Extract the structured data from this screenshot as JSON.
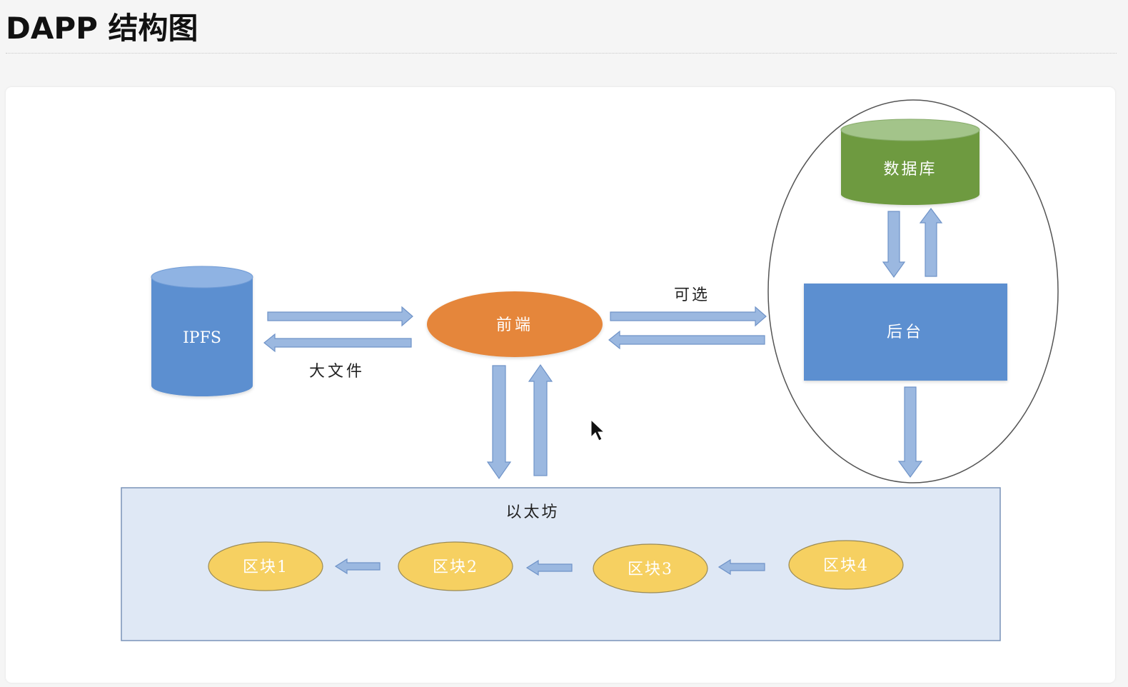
{
  "page": {
    "title": "DAPP 结构图"
  },
  "diagram": {
    "nodes": {
      "ipfs": {
        "label": "IPFS",
        "shape": "cylinder",
        "color": "#5b8fd0"
      },
      "frontend": {
        "label": "前端",
        "shape": "ellipse",
        "color": "#e5863a"
      },
      "backend": {
        "label": "后台",
        "shape": "rectangle",
        "color": "#5b8fd0"
      },
      "database": {
        "label": "数据库",
        "shape": "cylinder",
        "color": "#6e9a3f"
      },
      "ethereum": {
        "label": "以太坊",
        "shape": "rectangle",
        "color": "#dfe8f5"
      },
      "blocks": [
        {
          "label": "区块1",
          "color": "#f6d061"
        },
        {
          "label": "区块2",
          "color": "#f6d061"
        },
        {
          "label": "区块3",
          "color": "#f6d061"
        },
        {
          "label": "区块4",
          "color": "#f6d061"
        }
      ]
    },
    "edge_labels": {
      "ipfs_frontend": "大文件",
      "frontend_backend": "可选"
    },
    "arrow_color": "#9bb8e0",
    "group_outline": "backend-group"
  }
}
